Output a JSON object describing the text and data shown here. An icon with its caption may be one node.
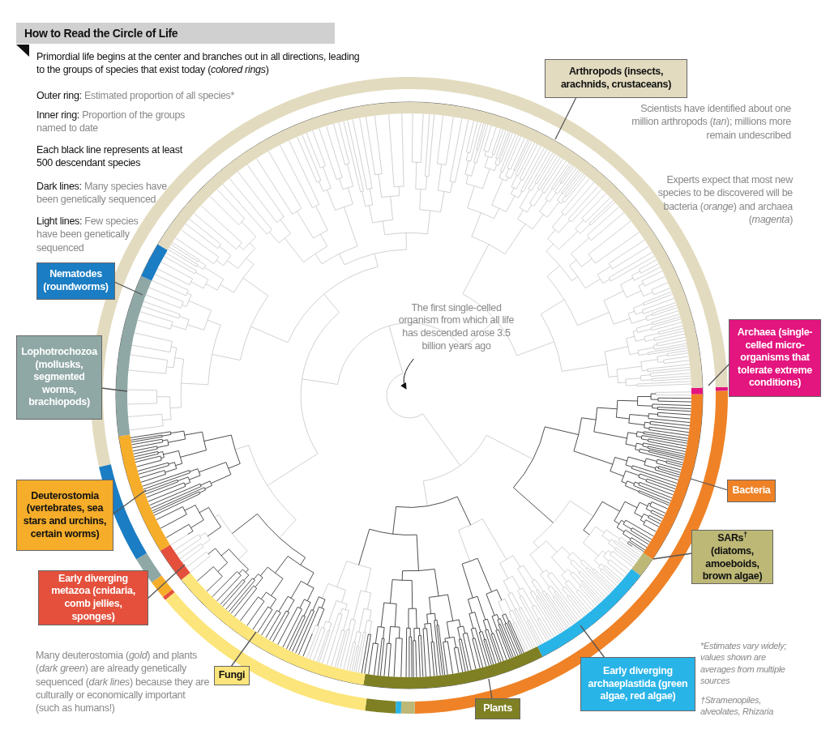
{
  "diagram": {
    "title": "How to Read the Circle of Life",
    "nodes": [
      {
        "text": [
          "Arthropods (insects, arachnids, crustaceans)"
        ]
      },
      {
        "text": [
          "Nematodes (roundworms)"
        ]
      },
      {
        "text": [
          "Lophotrochozoa (mollusks, segmented worms, brachiopods)"
        ]
      },
      {
        "text": [
          "Deuterostomia (vertebrates, sea stars and urchins, certain worms)"
        ]
      },
      {
        "text": [
          "Early diverging metazoa (cnidaria, comb jellies, sponges)"
        ]
      },
      {
        "text": [
          "Fungi"
        ]
      },
      {
        "text": [
          "Plants"
        ]
      },
      {
        "text": [
          "Early diverging archaeplastida (green algae, red algae)"
        ]
      },
      {
        "text": [
          "SARs$^{†}$ (diatoms, amoeboids, brown algae)"
        ]
      },
      {
        "text": [
          "Bacteria"
        ]
      },
      {
        "text": [
          "Archaea (single-celled micro-organisms that tolerate extreme conditions)"
        ]
      },
      {
        "text": [
          "The first single-celled organism from which all life has descended arose 3.5 billion years ago"
        ]
      }
    ],
    "edges": [
      {
        "from": 0,
        "to": null,
        "arrow": "none"
      },
      {
        "from": 1,
        "to": null,
        "arrow": "none"
      },
      {
        "from": 2,
        "to": null,
        "arrow": "none"
      },
      {
        "from": 3,
        "to": null,
        "arrow": "none"
      },
      {
        "from": 4,
        "to": null,
        "arrow": "none"
      },
      {
        "from": 5,
        "to": null,
        "arrow": "none"
      },
      {
        "from": 6,
        "to": null,
        "arrow": "none"
      },
      {
        "from": 7,
        "to": null,
        "arrow": "none"
      },
      {
        "from": 8,
        "to": null,
        "arrow": "none"
      },
      {
        "from": 9,
        "to": null,
        "arrow": "none"
      },
      {
        "from": 10,
        "to": null,
        "arrow": "none"
      },
      {
        "from": 11,
        "to": null,
        "arrow": "to"
      }
    ],
    "labels": [
      "Primordial life begins at the center and branches out in all directions, leading to the groups of species that exist today (*colored rings*)",
      "**Outer ring:** Estimated proportion of all species*",
      "**Inner ring:** Proportion of the groups named to date",
      "Each black line represents at least 500 descendant species",
      "**Dark lines:** Many species have been genetically sequenced",
      "**Light lines:** Few species have been genetically sequenced",
      "Scientists have identified about one million arthropods (*tan*); millions more remain undescribed",
      "Experts expect that most new species to be discovered will be bacteria (*orange*) and archaea (*magenta*)",
      "Many deuterostomia (*gold*) and plants (*dark green*) are already genetically sequenced (*dark lines*) because they are culturally or economically important (such as humans!)",
      "*Estimates vary widely; values shown are averages from multiple sources",
      "†Stramenopiles, alveolates, Rhizaria"
    ]
  }
}
